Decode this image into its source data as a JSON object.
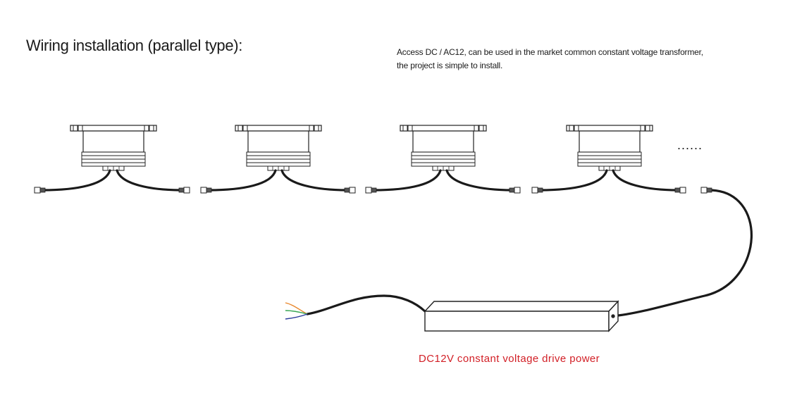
{
  "title": "Wiring installation (parallel type):",
  "note": {
    "line1": "Access DC / AC12, can be used in the market common constant voltage transformer,",
    "line2": "the project is simple to install."
  },
  "continuation": "......",
  "power_supply_label": "DC12V constant voltage drive power",
  "colors": {
    "text": "#1a1a1a",
    "caption": "#d21f26",
    "wire_orange": "#e8862a",
    "wire_green": "#3aa655",
    "wire_blue": "#2b3a9b"
  }
}
